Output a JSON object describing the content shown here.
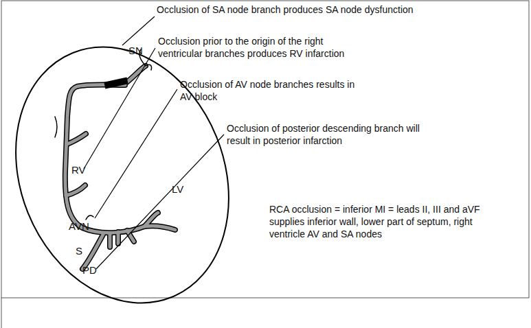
{
  "diagram": {
    "labels": [
      "Occlusion of SA node branch produces SA node dysfunction",
      "SN",
      "Occlusion prior to the origin of the right ventricular branches produces RV infarction",
      "RV",
      "Occlusion of AV node branches results in AV block",
      "AVN",
      "LV",
      "Occlusion of posterior descending branch will result in posterior infarction",
      "S",
      "PD",
      "RCA occlusion = inferior MI = leads II, III and aVF supplies inferior wall, lower part of septum, right ventricle AV and SA nodes"
    ]
  }
}
